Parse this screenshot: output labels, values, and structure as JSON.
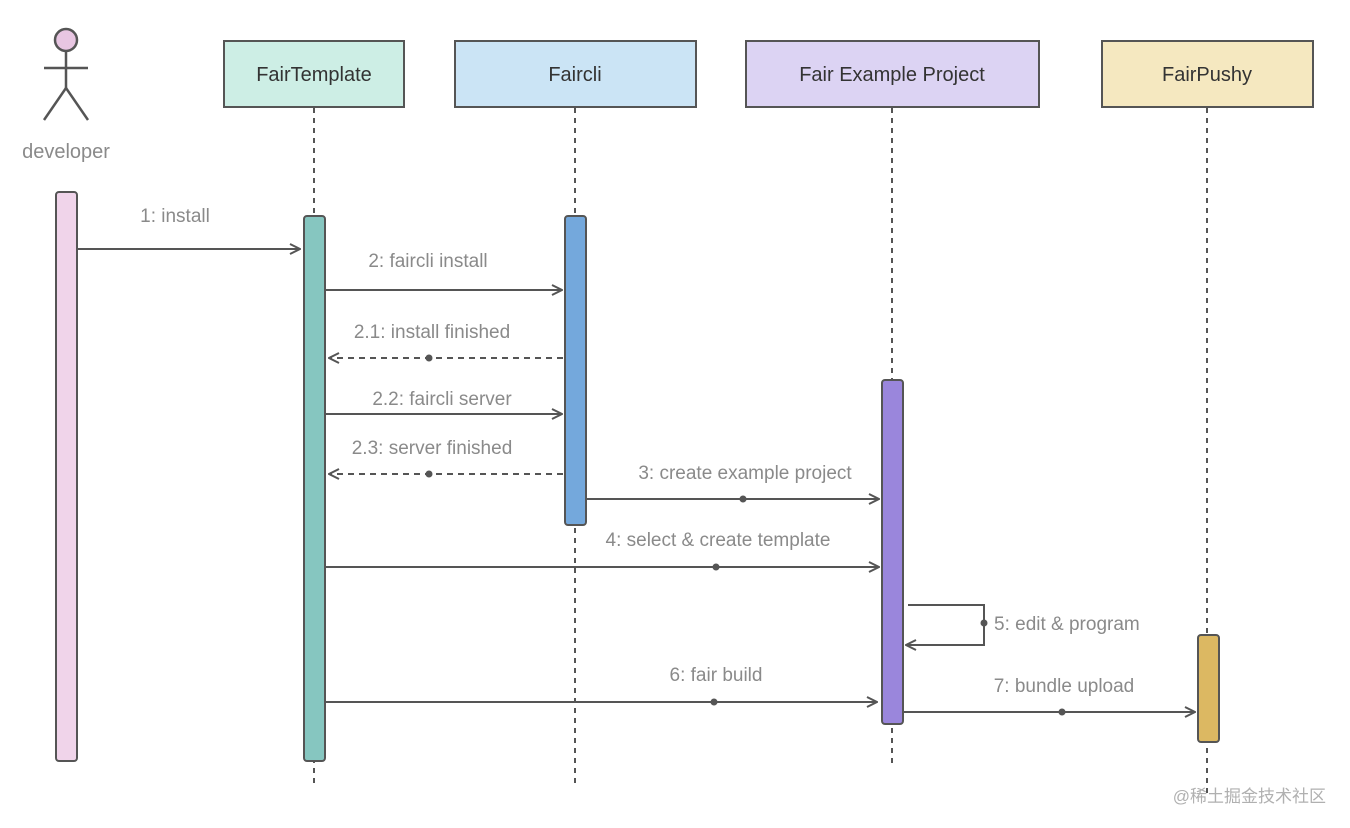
{
  "actor": {
    "label": "developer",
    "head_color": "#e8c6e2"
  },
  "participants": [
    {
      "id": "fairtemplate",
      "label": "FairTemplate",
      "fill": "#cdeee5",
      "bar": "#86c6c0"
    },
    {
      "id": "faircli",
      "label": "Faircli",
      "fill": "#cbe4f5",
      "bar": "#74a8dc"
    },
    {
      "id": "fair-example-project",
      "label": "Fair Example Project",
      "fill": "#dcd3f3",
      "bar": "#9a86dc"
    },
    {
      "id": "fairpushy",
      "label": "FairPushy",
      "fill": "#f5e8c0",
      "bar": "#dcb862"
    }
  ],
  "developer_bar_color": "#f0d4ea",
  "messages": [
    {
      "id": "m1",
      "label": "1: install"
    },
    {
      "id": "m2",
      "label": "2: faircli install"
    },
    {
      "id": "m21",
      "label": "2.1: install finished"
    },
    {
      "id": "m22",
      "label": "2.2: faircli server"
    },
    {
      "id": "m23",
      "label": "2.3: server finished"
    },
    {
      "id": "m3",
      "label": "3: create example project"
    },
    {
      "id": "m4",
      "label": "4: select & create template"
    },
    {
      "id": "m5",
      "label": "5: edit & program"
    },
    {
      "id": "m6",
      "label": "6: fair build"
    },
    {
      "id": "m7",
      "label": "7: bundle upload"
    }
  ],
  "watermark": "@稀土掘金技术社区"
}
